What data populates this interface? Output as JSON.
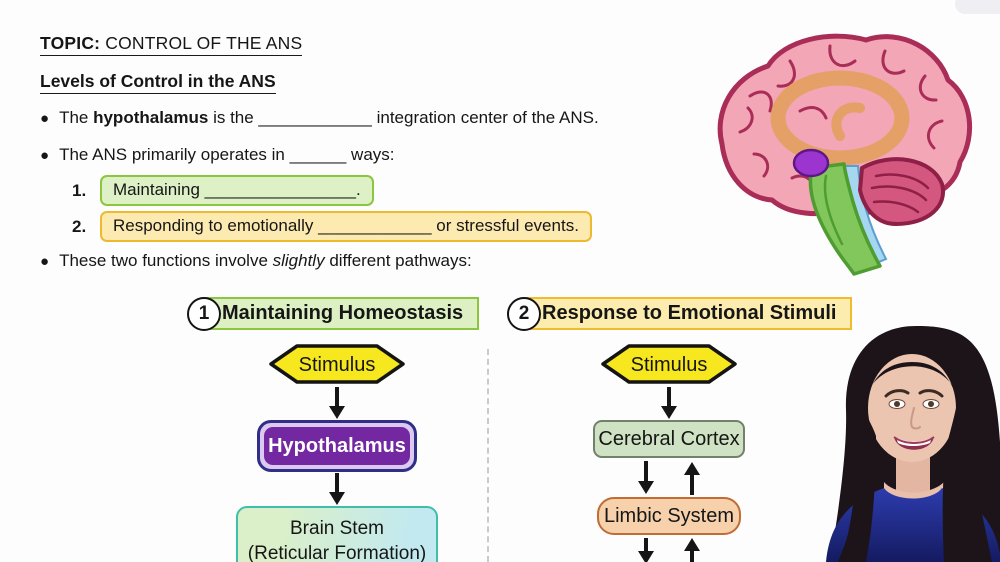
{
  "slide": {
    "topic_label": "TOPIC:",
    "topic_title": " CONTROL OF THE ANS",
    "section_heading": "Levels of Control in the ANS",
    "bullet_glyph": "●",
    "bullets": {
      "b1_pre": "The ",
      "b1_bold": "hypothalamus",
      "b1_post": " is the ____________ integration center of the ANS.",
      "b2": "The ANS primarily operates in ______ ways:",
      "b3_pre": "These two functions involve ",
      "b3_italic": "slightly",
      "b3_post": " different pathways:"
    },
    "numbered_items": [
      {
        "number": "1.",
        "text": "Maintaining ________________.",
        "highlight": "#def0c5",
        "border": "#8cc63e"
      },
      {
        "number": "2.",
        "text": "Responding to emotionally ____________ or stressful events.",
        "highlight": "#fdeab0",
        "border": "#edba2f"
      }
    ]
  },
  "flowchart_left": {
    "number": "1",
    "title": "Maintaining Homeostasis",
    "title_fill": "#ddf0c3",
    "title_border": "#8cc63e",
    "stimulus_label": "Stimulus",
    "stimulus_fill": "#f7e71e",
    "hypothalamus_label": "Hypothalamus",
    "hypothalamus_fill": "#7327a1",
    "hypothalamus_ring": "#dcc9f1",
    "brainstem_line1": "Brain Stem",
    "brainstem_line2": "(Reticular Formation)",
    "brainstem_border": "#3fbfa9"
  },
  "flowchart_right": {
    "number": "2",
    "title": "Response to Emotional Stimuli",
    "title_fill": "#fcecae",
    "title_border": "#eebc2f",
    "stimulus_label": "Stimulus",
    "stimulus_fill": "#f7e71e",
    "cortex_label": "Cerebral Cortex",
    "cortex_fill": "#cfe2c3",
    "limbic_label": "Limbic System",
    "limbic_fill": "#f6d1ab"
  },
  "illustrations": {
    "brain_icon": "sagittal-brain-illustration",
    "presenter": "video-presenter-woman-blue-top"
  }
}
